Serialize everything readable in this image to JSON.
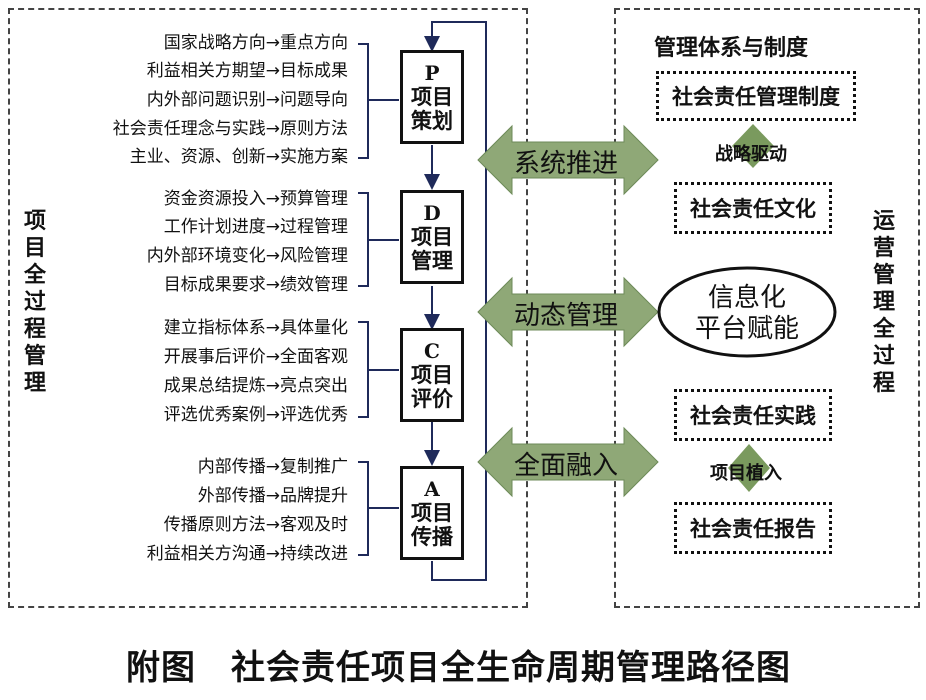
{
  "left_section": {
    "vertical_title": [
      "项",
      "目",
      "全",
      "过",
      "程",
      "管",
      "理"
    ],
    "groups": [
      [
        "国家战略方向→重点方向",
        "利益相关方期望→目标成果",
        "内外部问题识别→问题导向",
        "社会责任理念与实践→原则方法",
        "主业、资源、创新→实施方案"
      ],
      [
        "资金资源投入→预算管理",
        "工作计划进度→过程管理",
        "内外部环境变化→风险管理",
        "目标成果要求→绩效管理"
      ],
      [
        "建立指标体系→具体量化",
        "开展事后评价→全面客观",
        "成果总结提炼→亮点突出",
        "评选优秀案例→评选优秀"
      ],
      [
        "内部传播→复制推广",
        "外部传播→品牌提升",
        "传播原则方法→客观及时",
        "利益相关方沟通→持续改进"
      ]
    ],
    "phases": [
      {
        "letter": "P",
        "line1": "项目",
        "line2": "策划"
      },
      {
        "letter": "D",
        "line1": "项目",
        "line2": "管理"
      },
      {
        "letter": "C",
        "line1": "项目",
        "line2": "评价"
      },
      {
        "letter": "A",
        "line1": "项目",
        "line2": "传播"
      }
    ]
  },
  "arrows": [
    "系统推进",
    "动态管理",
    "全面融入"
  ],
  "right_section": {
    "title": "管理体系与制度",
    "vertical_title": [
      "运",
      "营",
      "管",
      "理",
      "全",
      "过",
      "程"
    ],
    "box1": "社会责任管理制度",
    "connector1": "战略驱动",
    "box2": "社会责任文化",
    "ellipse_line1": "信息化",
    "ellipse_line2": "平台赋能",
    "box3": "社会责任实践",
    "connector2": "项目植入",
    "box4": "社会责任报告"
  },
  "caption": "附图　社会责任项目全生命周期管理路径图",
  "colors": {
    "arrow_fill": "#8fa877",
    "arrow_edge": "#6d8a58",
    "diamond": "#7a9a5e",
    "line": "#1f2a5a"
  }
}
